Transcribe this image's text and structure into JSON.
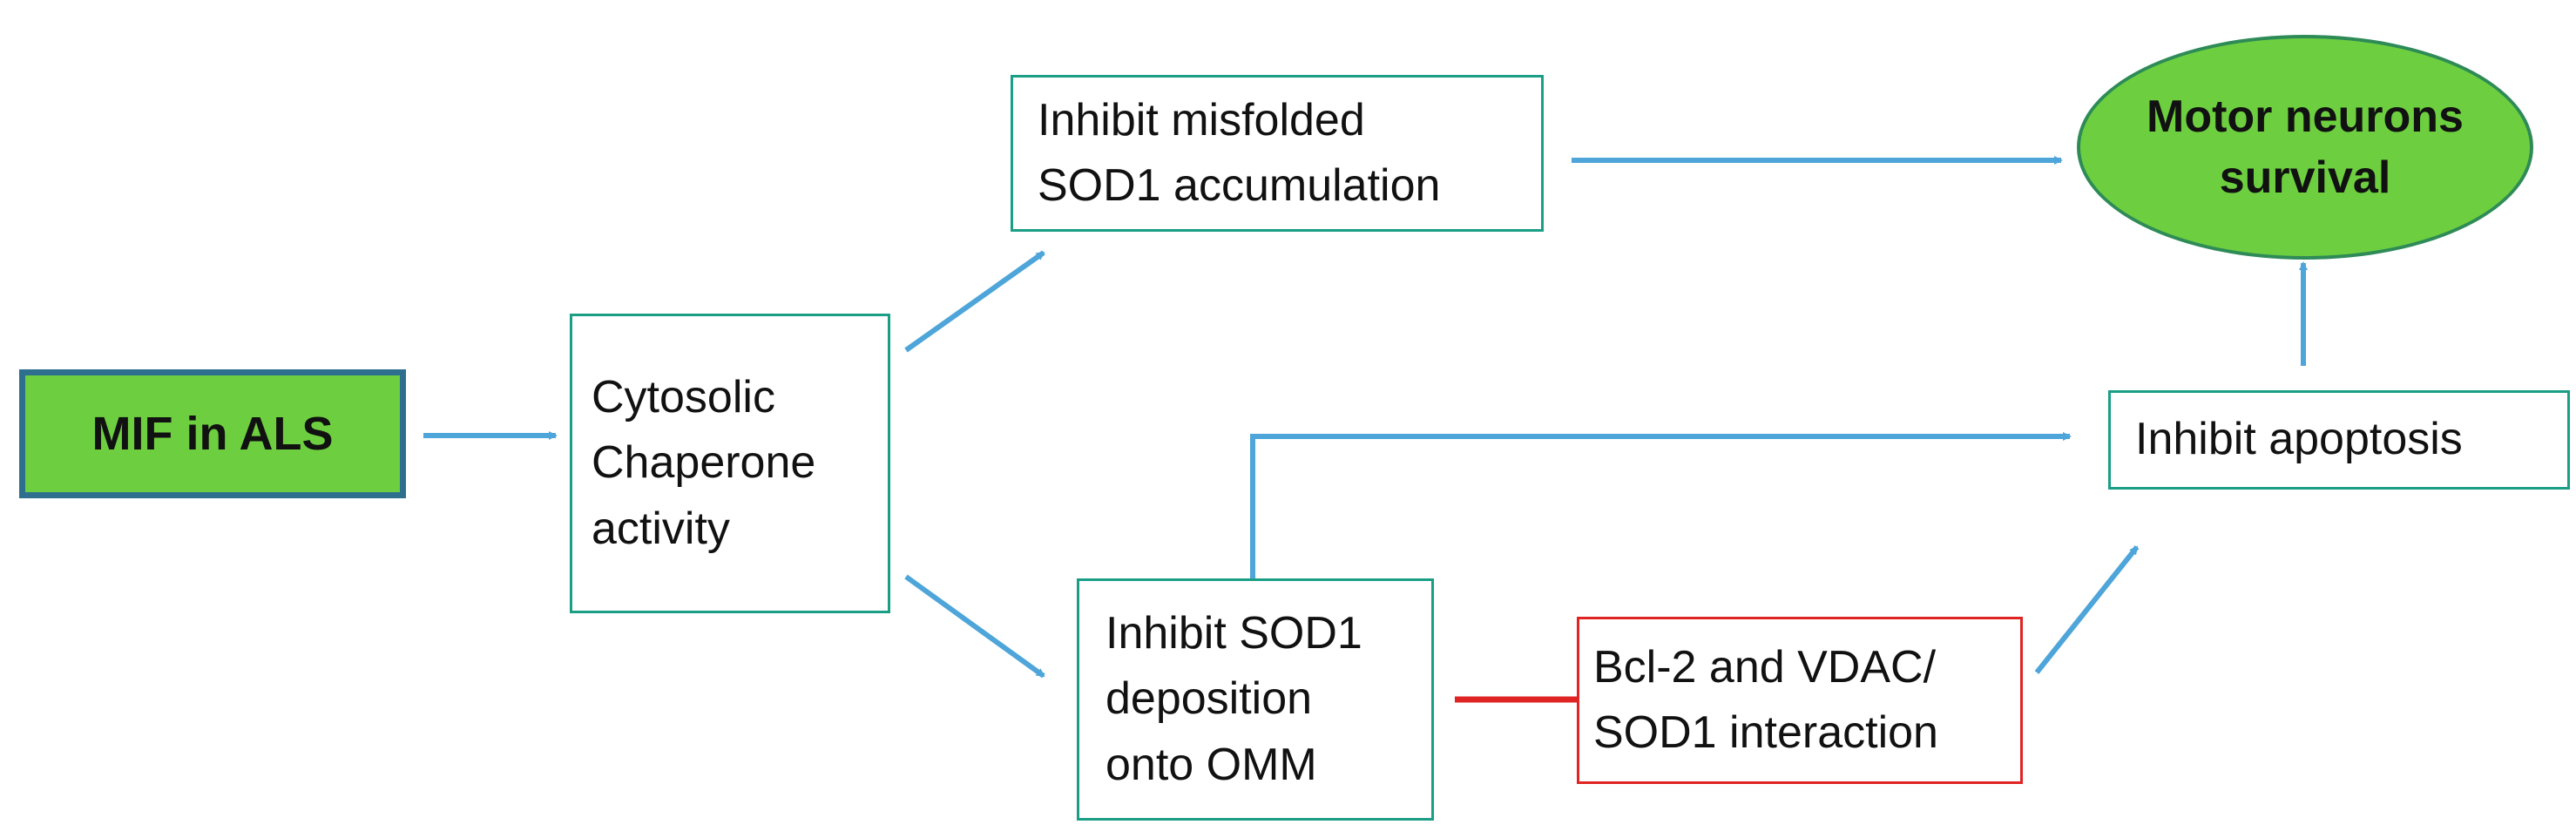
{
  "nodes": {
    "mif": {
      "lines": [
        "MIF in ALS"
      ]
    },
    "cytosolic": {
      "lines": [
        "Cytosolic",
        "Chaperone",
        "activity"
      ]
    },
    "misfolded": {
      "lines": [
        "Inhibit misfolded",
        "SOD1 accumulation"
      ]
    },
    "deposition": {
      "lines": [
        "Inhibit SOD1",
        "deposition",
        "onto OMM"
      ]
    },
    "bcl2": {
      "lines": [
        "Bcl-2 and VDAC/",
        "SOD1 interaction"
      ]
    },
    "apoptosis": {
      "lines": [
        "Inhibit apoptosis"
      ]
    },
    "survival": {
      "lines": [
        "Motor neurons",
        "survival"
      ]
    }
  },
  "colors": {
    "arrow": "#4ea5d9",
    "inhibit": "#e02424",
    "node_fill": "#6dcf3f",
    "teal_border": "#1b9e86"
  }
}
